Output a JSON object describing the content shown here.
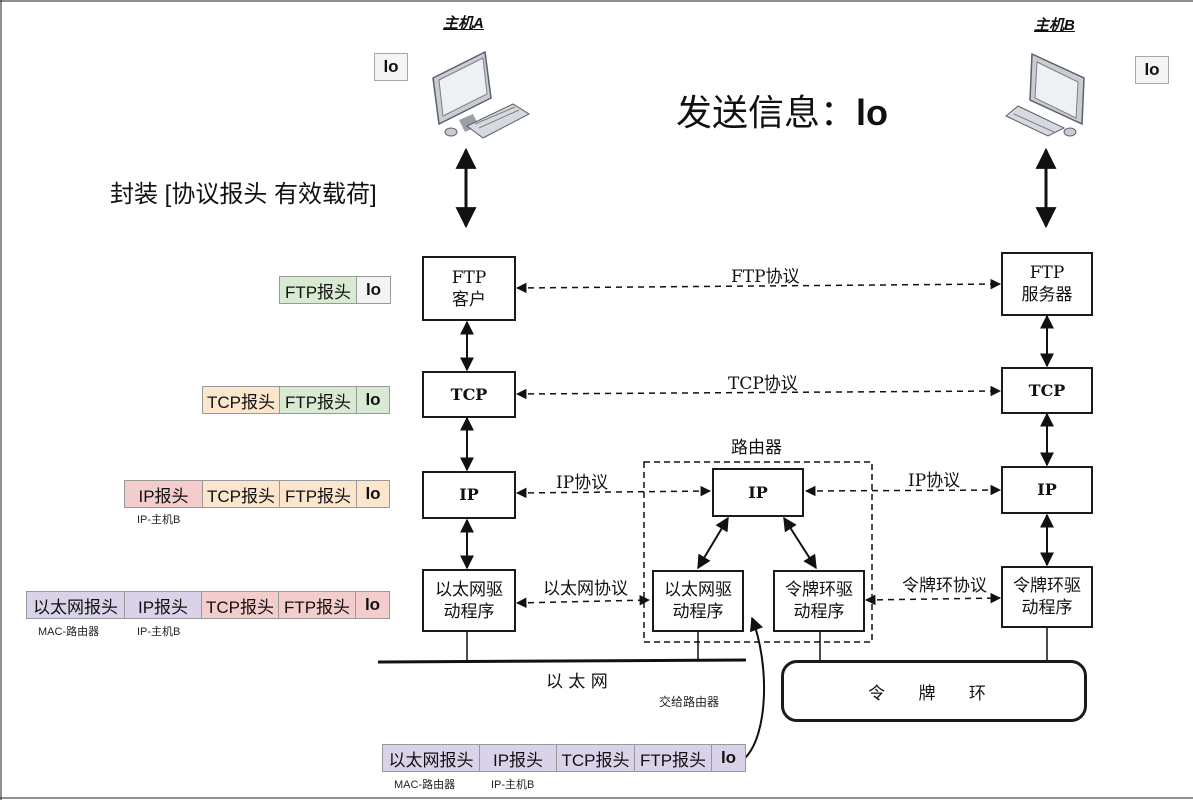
{
  "title": "发送信息：",
  "title_payload": "lo",
  "subtitle": "封装 [协议报头 有效载荷]",
  "host_a": {
    "label": "主机A",
    "data": "lo"
  },
  "host_b": {
    "label": "主机B",
    "data": "lo"
  },
  "layers": {
    "ftp_client": "FTP\n客户",
    "ftp_server": "FTP\n服务器",
    "tcp_a": "TCP",
    "tcp_b": "TCP",
    "ip_a": "IP",
    "ip_r": "IP",
    "ip_b": "IP",
    "eth_a": "以太网驱\n动程序",
    "eth_r": "以太网驱\n动程序",
    "tr_r": "令牌环驱\n动程序",
    "tr_b": "令牌环驱\n动程序"
  },
  "protocols": {
    "ftp": "FTP协议",
    "tcp": "TCP协议",
    "ip_left": "IP协议",
    "ip_right": "IP协议",
    "eth": "以太网协议",
    "token_ring": "令牌环协议"
  },
  "router_label": "路由器",
  "ethernet_label": "以 太 网",
  "token_ring_label": "令 牌 环",
  "handoff_label": "交给路由器",
  "packets": {
    "ftp_row": [
      "FTP报头",
      "lo"
    ],
    "tcp_row": [
      "TCP报头",
      "FTP报头",
      "lo"
    ],
    "ip_row": [
      "IP报头",
      "TCP报头",
      "FTP报头",
      "lo"
    ],
    "eth_row": [
      "以太网报头",
      "IP报头",
      "TCP报头",
      "FTP报头",
      "lo"
    ],
    "bottom_row": [
      "以太网报头",
      "IP报头",
      "TCP报头",
      "FTP报头",
      "lo"
    ]
  },
  "tags": {
    "ip_host_b": "IP-主机B",
    "mac_router": "MAC-路由器"
  },
  "colors": {
    "ftp_header": "#d9ead3",
    "tcp_header": "#fce5cd",
    "ip_header": "#f4cccc",
    "eth_header": "#d9d2e9",
    "payload_plain": "#f3f3f3",
    "payload_green": "#d9ead3",
    "payload_orange": "#fce5cd",
    "payload_red": "#f4cccc",
    "payload_purple": "#d9d2e9"
  }
}
